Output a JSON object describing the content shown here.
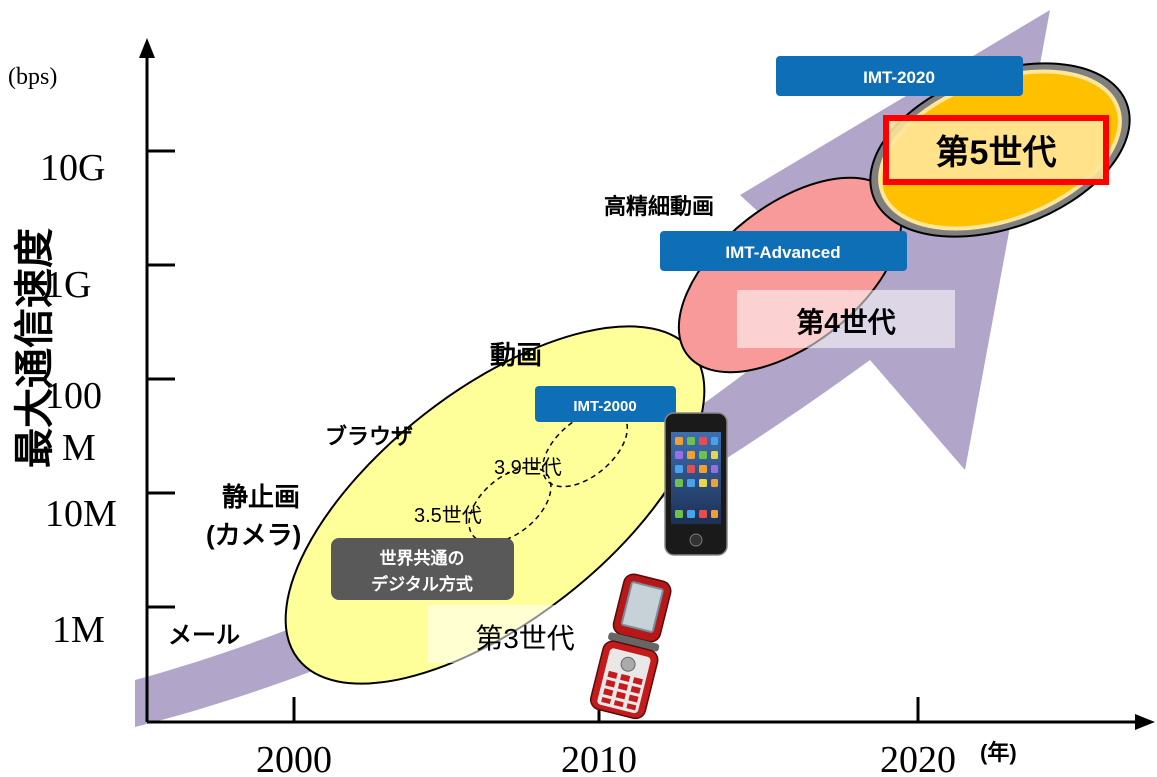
{
  "axes": {
    "y_unit": "(bps)",
    "y_title": "最大通信速度",
    "y_ticks": [
      "10G",
      "1G",
      "100",
      "M",
      "10M",
      "1M"
    ],
    "x_ticks": [
      "2000",
      "2010",
      "2020"
    ],
    "x_unit": "(年)"
  },
  "labels": {
    "mail": "メール",
    "still_image_1": "静止画",
    "still_image_2": "(カメラ)",
    "browser": "ブラウザ",
    "video": "動画",
    "hd_video": "高精細動画",
    "g35": "3.5世代",
    "g39": "3.9世代"
  },
  "generations": {
    "gen3": "第3世代",
    "gen4": "第4世代",
    "gen5": "第5世代"
  },
  "badges": {
    "imt2000": "IMT-2000",
    "imt_advanced": "IMT-Advanced",
    "imt2020": "IMT-2020",
    "digital_1": "世界共通の",
    "digital_2": "デジタル方式"
  },
  "colors": {
    "arrow": "#b1a5c9",
    "gen3_ellipse": "#ffff99",
    "gen4_ellipse": "#f99a9a",
    "gen5_ellipse": "#ffc000",
    "badge_blue": "#0f6fb6",
    "badge_dark": "#595959",
    "highlight_red": "#ff0000"
  }
}
